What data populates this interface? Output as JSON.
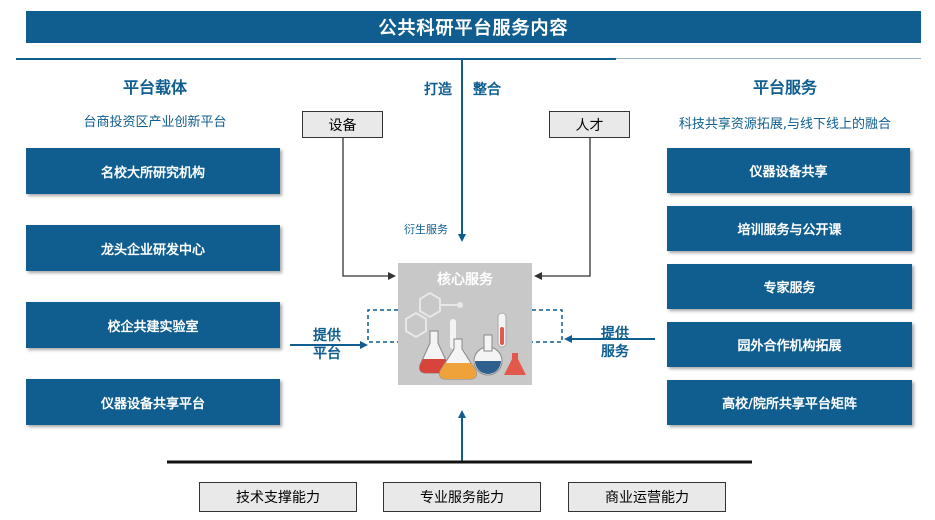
{
  "title": "公共科研平台服务内容",
  "left": {
    "heading": "平台载体",
    "subtitle": "台商投资区产业创新平台",
    "items": [
      "名校大所研究机构",
      "龙头企业研发中心",
      "校企共建实验室",
      "仪器设备共享平台"
    ]
  },
  "right": {
    "heading": "平台服务",
    "subtitle": "科技共享资源拓展,与线下线上的融合",
    "items": [
      "仪器设备共享",
      "培训服务与公开课",
      "专家服务",
      "园外合作机构拓展",
      "高校/院所共享平台矩阵"
    ]
  },
  "center": {
    "top_label_1": "打造",
    "top_label_2": "整合",
    "equipment": "设备",
    "talent": "人才",
    "derived_service": "衍生服务",
    "core": "核心服务",
    "provide_platform_1": "提供",
    "provide_platform_2": "平台",
    "provide_service_1": "提供",
    "provide_service_2": "服务"
  },
  "capabilities": [
    "技术支撑能力",
    "专业服务能力",
    "商业运营能力"
  ],
  "colors": {
    "primary": "#0f5e8f",
    "gray_box": "#e9e9e9",
    "core_bg": "#c8c8c8"
  }
}
